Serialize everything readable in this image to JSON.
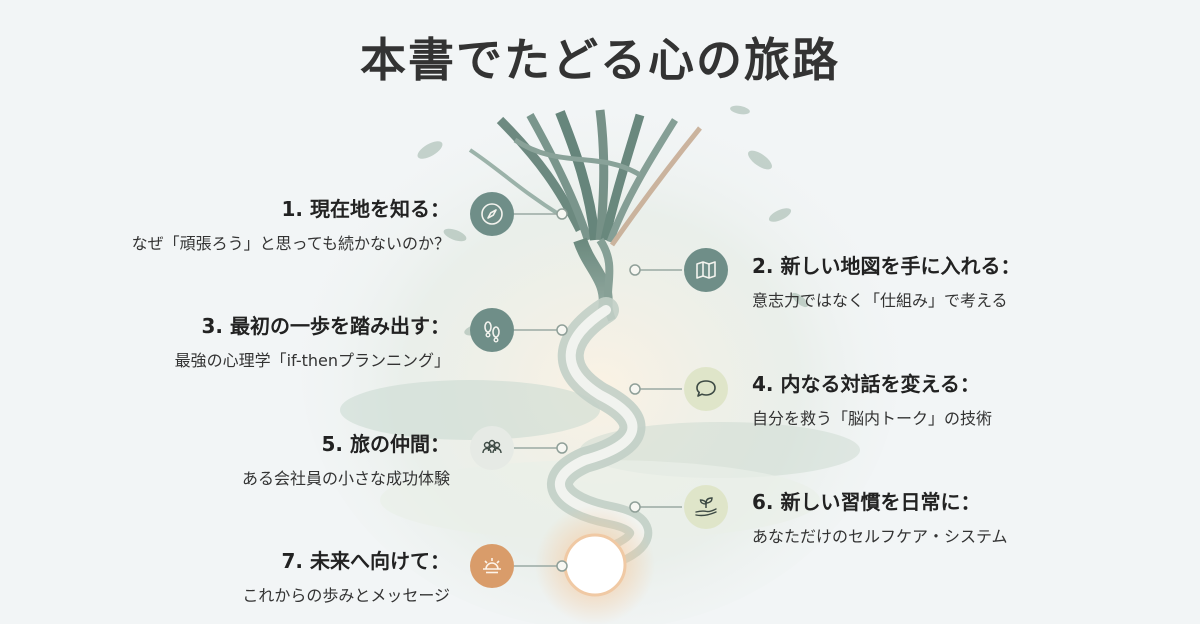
{
  "title": "本書でたどる心の旅路",
  "steps": [
    {
      "heading": "1. 現在地を知る：",
      "sub": "なぜ「頑張ろう」と思っても続かないのか？",
      "icon": "compass-icon"
    },
    {
      "heading": "2. 新しい地図を手に入れる：",
      "sub": "意志力ではなく「仕組み」で考える",
      "icon": "map-icon"
    },
    {
      "heading": "3. 最初の一歩を踏み出す：",
      "sub": "最強の心理学「if-thenプランニング」",
      "icon": "footprints-icon"
    },
    {
      "heading": "4. 内なる対話を変える：",
      "sub": "自分を救う「脳内トーク」の技術",
      "icon": "speech-bubble-icon"
    },
    {
      "heading": "5. 旅の仲間：",
      "sub": "ある会社員の小さな成功体験",
      "icon": "people-icon"
    },
    {
      "heading": "6. 新しい習慣を日常に：",
      "sub": "あなただけのセルフケア・システム",
      "icon": "sprout-hand-icon"
    },
    {
      "heading": "7. 未来へ向けて：",
      "sub": "これからの歩みとメッセージ",
      "icon": "sunrise-icon"
    }
  ],
  "colors": {
    "sage_dark": "#6f8e88",
    "sage_light": "#dfe5c9",
    "sunset": "#d99c6a",
    "path": "#c8d3cc"
  }
}
